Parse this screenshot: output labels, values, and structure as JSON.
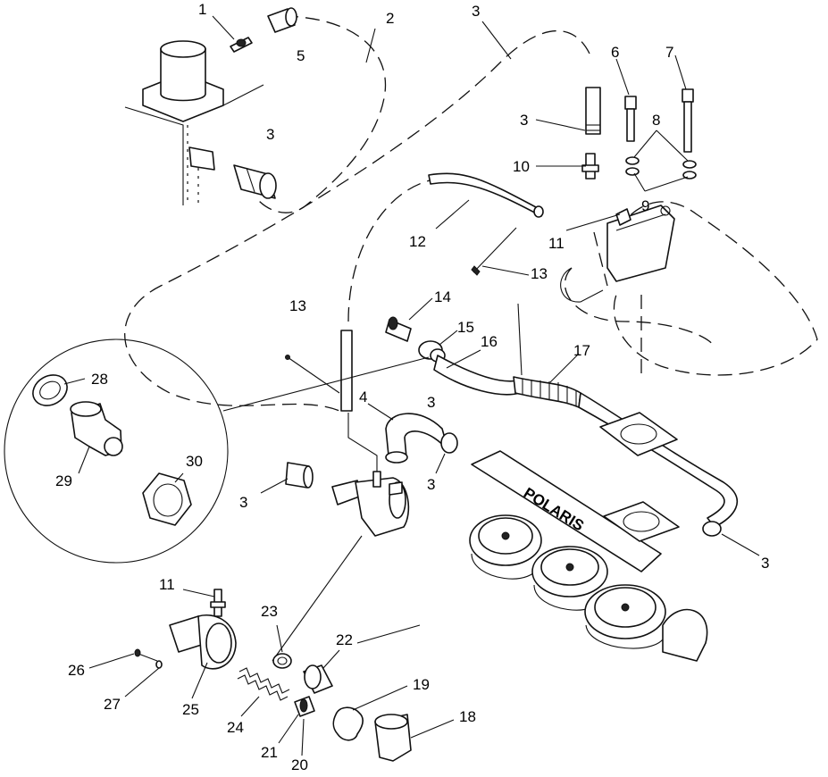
{
  "callouts": [
    {
      "id": "c1",
      "text": "1"
    },
    {
      "id": "c2",
      "text": "2"
    },
    {
      "id": "c3a",
      "text": "3"
    },
    {
      "id": "c5",
      "text": "5"
    },
    {
      "id": "c6",
      "text": "6"
    },
    {
      "id": "c7",
      "text": "7"
    },
    {
      "id": "c3b",
      "text": "3"
    },
    {
      "id": "c8",
      "text": "8"
    },
    {
      "id": "c3c",
      "text": "3"
    },
    {
      "id": "c10",
      "text": "10"
    },
    {
      "id": "c9",
      "text": "9"
    },
    {
      "id": "c11a",
      "text": "11"
    },
    {
      "id": "c12",
      "text": "12"
    },
    {
      "id": "c13a",
      "text": "13"
    },
    {
      "id": "c13b",
      "text": "13"
    },
    {
      "id": "c14",
      "text": "14"
    },
    {
      "id": "c15",
      "text": "15"
    },
    {
      "id": "c16",
      "text": "16"
    },
    {
      "id": "c17",
      "text": "17"
    },
    {
      "id": "c28",
      "text": "28"
    },
    {
      "id": "c3d",
      "text": "3"
    },
    {
      "id": "c4",
      "text": "4"
    },
    {
      "id": "c3e",
      "text": "3"
    },
    {
      "id": "c29",
      "text": "29"
    },
    {
      "id": "c30",
      "text": "30"
    },
    {
      "id": "c3f",
      "text": "3"
    },
    {
      "id": "c3g",
      "text": "3"
    },
    {
      "id": "c11b",
      "text": "11"
    },
    {
      "id": "c23",
      "text": "23"
    },
    {
      "id": "c22",
      "text": "22"
    },
    {
      "id": "c26",
      "text": "26"
    },
    {
      "id": "c19",
      "text": "19"
    },
    {
      "id": "c27",
      "text": "27"
    },
    {
      "id": "c25",
      "text": "25"
    },
    {
      "id": "c24",
      "text": "24"
    },
    {
      "id": "c18",
      "text": "18"
    },
    {
      "id": "c21",
      "text": "21"
    },
    {
      "id": "c20",
      "text": "20"
    }
  ],
  "engine_badge": "POLARIS"
}
